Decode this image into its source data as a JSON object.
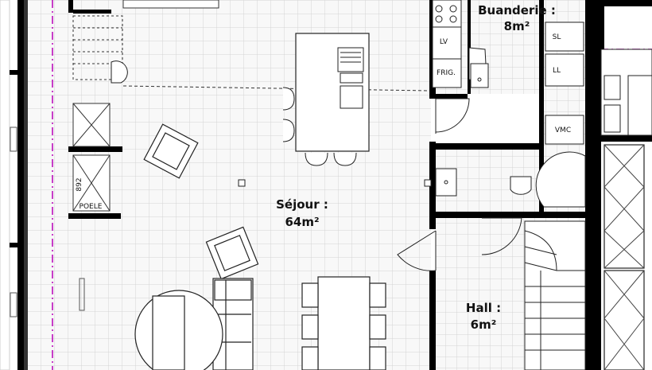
{
  "rooms": {
    "sejour": {
      "name": "Séjour :",
      "area": "64m²"
    },
    "buanderie": {
      "name": "Buanderie :",
      "area": "8m²"
    },
    "hall": {
      "name": "Hall :",
      "area": "6m²"
    }
  },
  "appliances": {
    "lv": "LV",
    "frig": "FRIG.",
    "sl": "SL",
    "ll": "LL",
    "vmc": "VMC",
    "poele": "POELE",
    "dim": "892"
  },
  "colors": {
    "wall": "#000000",
    "grid_line": "#d6d6d6",
    "floor": "#f7f7f7",
    "furniture_stroke": "#222222",
    "boundary": "#b800b8"
  }
}
